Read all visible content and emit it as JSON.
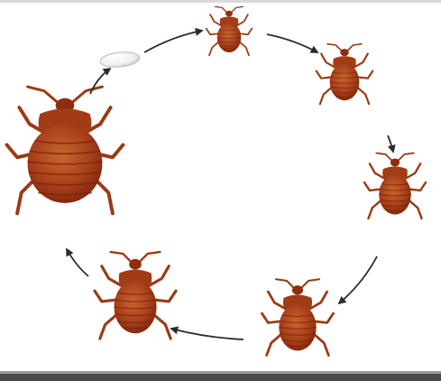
{
  "diagram": {
    "colors": {
      "body_dark": "#8e2e0e",
      "body_mid": "#b44a1e",
      "body_light": "#c9652e",
      "leg": "#9a3a14",
      "arrow": "#2b2b2b",
      "egg": "#f2f2f2",
      "frame": "#4a4a4a"
    },
    "stages": [
      {
        "id": "egg",
        "icon": "egg-icon"
      },
      {
        "id": "nymph-1",
        "icon": "bedbug-icon"
      },
      {
        "id": "nymph-2",
        "icon": "bedbug-icon"
      },
      {
        "id": "nymph-3",
        "icon": "bedbug-icon"
      },
      {
        "id": "nymph-4",
        "icon": "bedbug-icon"
      },
      {
        "id": "nymph-5",
        "icon": "bedbug-icon"
      },
      {
        "id": "adult",
        "icon": "bedbug-icon"
      }
    ]
  }
}
